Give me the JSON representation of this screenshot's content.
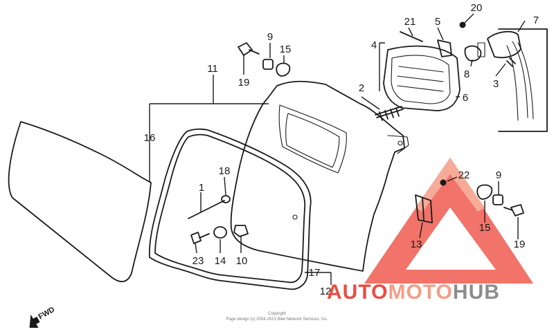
{
  "callouts": [
    {
      "id": "c1",
      "text": "1"
    },
    {
      "id": "c2",
      "text": "2"
    },
    {
      "id": "c3",
      "text": "3"
    },
    {
      "id": "c4",
      "text": "4"
    },
    {
      "id": "c5",
      "text": "5"
    },
    {
      "id": "c6",
      "text": "6"
    },
    {
      "id": "c7",
      "text": "7"
    },
    {
      "id": "c8",
      "text": "8"
    },
    {
      "id": "c9a",
      "text": "9"
    },
    {
      "id": "c9b",
      "text": "9"
    },
    {
      "id": "c10",
      "text": "10"
    },
    {
      "id": "c11",
      "text": "11"
    },
    {
      "id": "c12",
      "text": "12"
    },
    {
      "id": "c13",
      "text": "13"
    },
    {
      "id": "c14",
      "text": "14"
    },
    {
      "id": "c15a",
      "text": "15"
    },
    {
      "id": "c15b",
      "text": "15"
    },
    {
      "id": "c16",
      "text": "16"
    },
    {
      "id": "c17",
      "text": "17"
    },
    {
      "id": "c18",
      "text": "18"
    },
    {
      "id": "c19a",
      "text": "19"
    },
    {
      "id": "c19b",
      "text": "19"
    },
    {
      "id": "c20",
      "text": "20"
    },
    {
      "id": "c21",
      "text": "21"
    },
    {
      "id": "c22",
      "text": "22"
    },
    {
      "id": "c23",
      "text": "23"
    }
  ],
  "direction_marker": "FWD",
  "copyright": {
    "line1": "Copyright",
    "line2": "Page design (c) 2004-2013 Bike Network Services, Inc."
  },
  "watermark": {
    "part1": "AUTO",
    "part2": "MOTO",
    "part3": "HUB",
    "colors": {
      "red": "#ec4b40",
      "salmon": "#f59d88",
      "gray": "#8c8c8c"
    }
  }
}
